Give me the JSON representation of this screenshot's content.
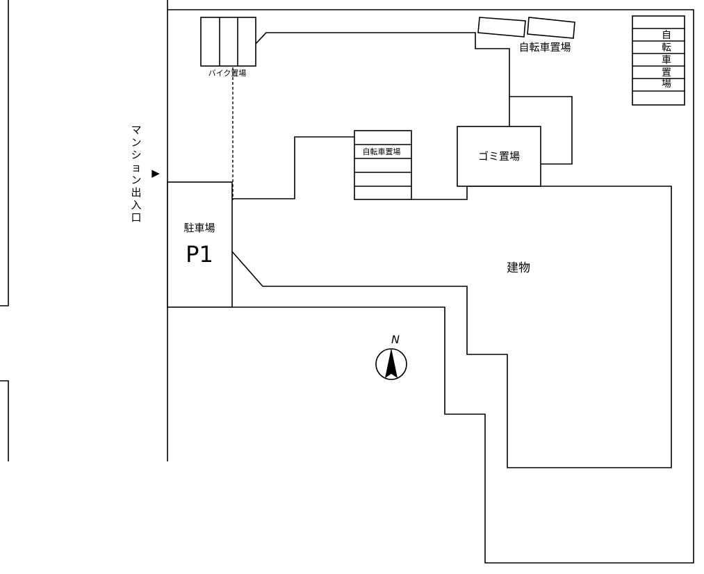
{
  "labels": {
    "bike_parking": "バイク置場",
    "bicycle_parking_top": "自転車置場",
    "bicycle_parking_mid": "自転車置場",
    "bicycle_parking_right": [
      "自",
      "転",
      "車",
      "置",
      "場"
    ],
    "garbage": "ゴミ置場",
    "parking_name": "駐車場",
    "parking_code": "P1",
    "building": "建物",
    "entrance": [
      "マ",
      "ン",
      "シ",
      "ョ",
      "ン",
      "出",
      "入",
      "口"
    ],
    "entrance_arrow": "▶",
    "north": "N"
  }
}
